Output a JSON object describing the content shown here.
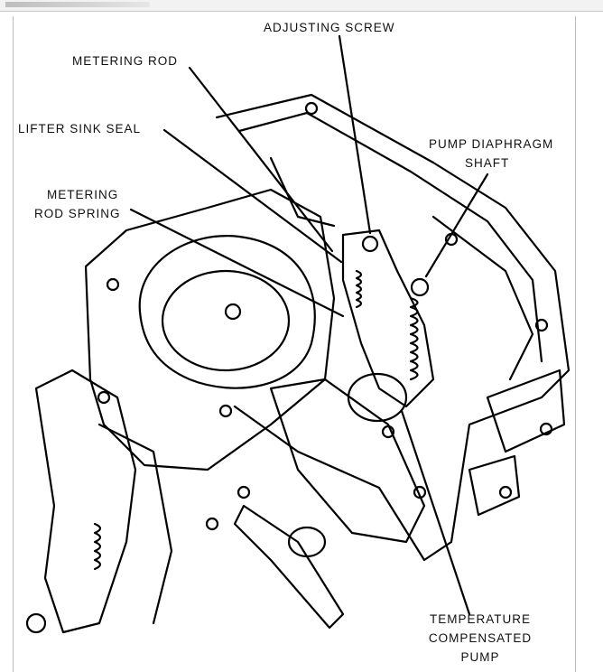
{
  "labels": {
    "adjusting_screw": "ADJUSTING SCREW",
    "metering_rod": "METERING ROD",
    "lifter_sink_seal": "LIFTER SINK SEAL",
    "metering_rod_spring_1": "METERING",
    "metering_rod_spring_2": "ROD SPRING",
    "pump_diaphragm_shaft_1": "PUMP DIAPHRAGM",
    "pump_diaphragm_shaft_2": "SHAFT",
    "temperature_pump_1": "TEMPERATURE",
    "temperature_pump_2": "COMPENSATED",
    "temperature_pump_3": "PUMP"
  }
}
